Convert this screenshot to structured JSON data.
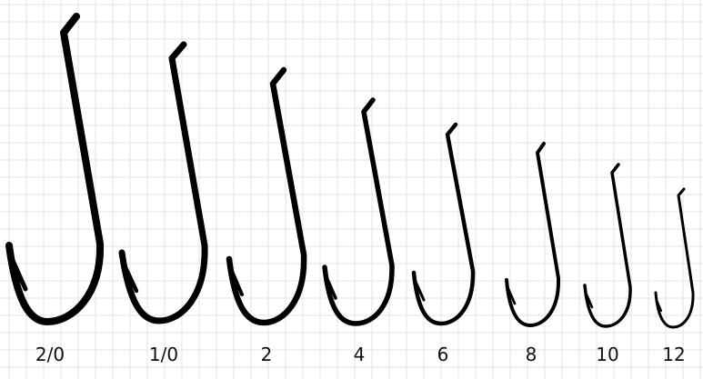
{
  "hooks": [
    {
      "label": "2/0"
    },
    {
      "label": "1/0"
    },
    {
      "label": "2"
    },
    {
      "label": "4"
    },
    {
      "label": "6"
    },
    {
      "label": "8"
    },
    {
      "label": "10"
    },
    {
      "label": "12"
    }
  ],
  "colors": {
    "background": "#ffffff",
    "grid": "#e3e3e3",
    "hook": "#000000",
    "label": "#111111"
  }
}
